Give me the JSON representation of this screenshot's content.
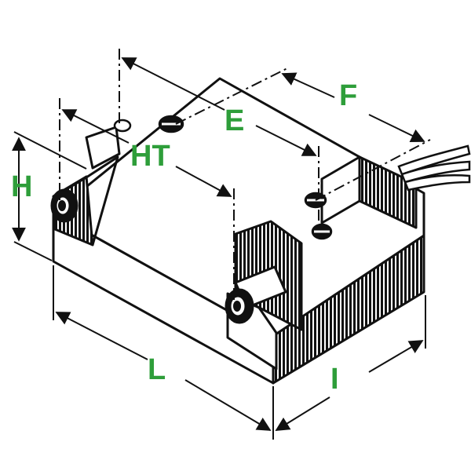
{
  "labels": {
    "height": "H",
    "hole_height": "HT",
    "hole_spacing": "E",
    "fixing_distance": "F",
    "length": "L",
    "width": "I"
  },
  "colors": {
    "label": "#2e9e3a",
    "line": "#111111",
    "background": "#ffffff"
  }
}
